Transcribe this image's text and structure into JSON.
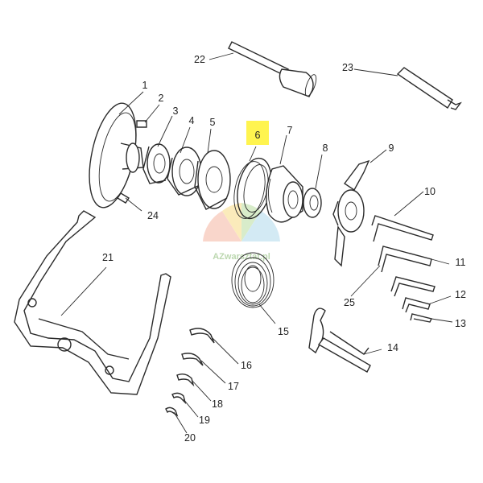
{
  "diagram": {
    "highlighted_part": "6",
    "highlight_color": "#fff44f",
    "watermark": "AZwarsztat.pl",
    "part_numbers": {
      "p1": "1",
      "p2": "2",
      "p3": "3",
      "p4": "4",
      "p5": "5",
      "p6": "6",
      "p7": "7",
      "p8": "8",
      "p9": "9",
      "p10": "10",
      "p11": "11",
      "p12": "12",
      "p13": "13",
      "p14": "14",
      "p15": "15",
      "p16": "16",
      "p17": "17",
      "p18": "18",
      "p19": "19",
      "p20": "20",
      "p21": "21",
      "p22": "22",
      "p23": "23",
      "p24": "24",
      "p25": "25"
    }
  }
}
